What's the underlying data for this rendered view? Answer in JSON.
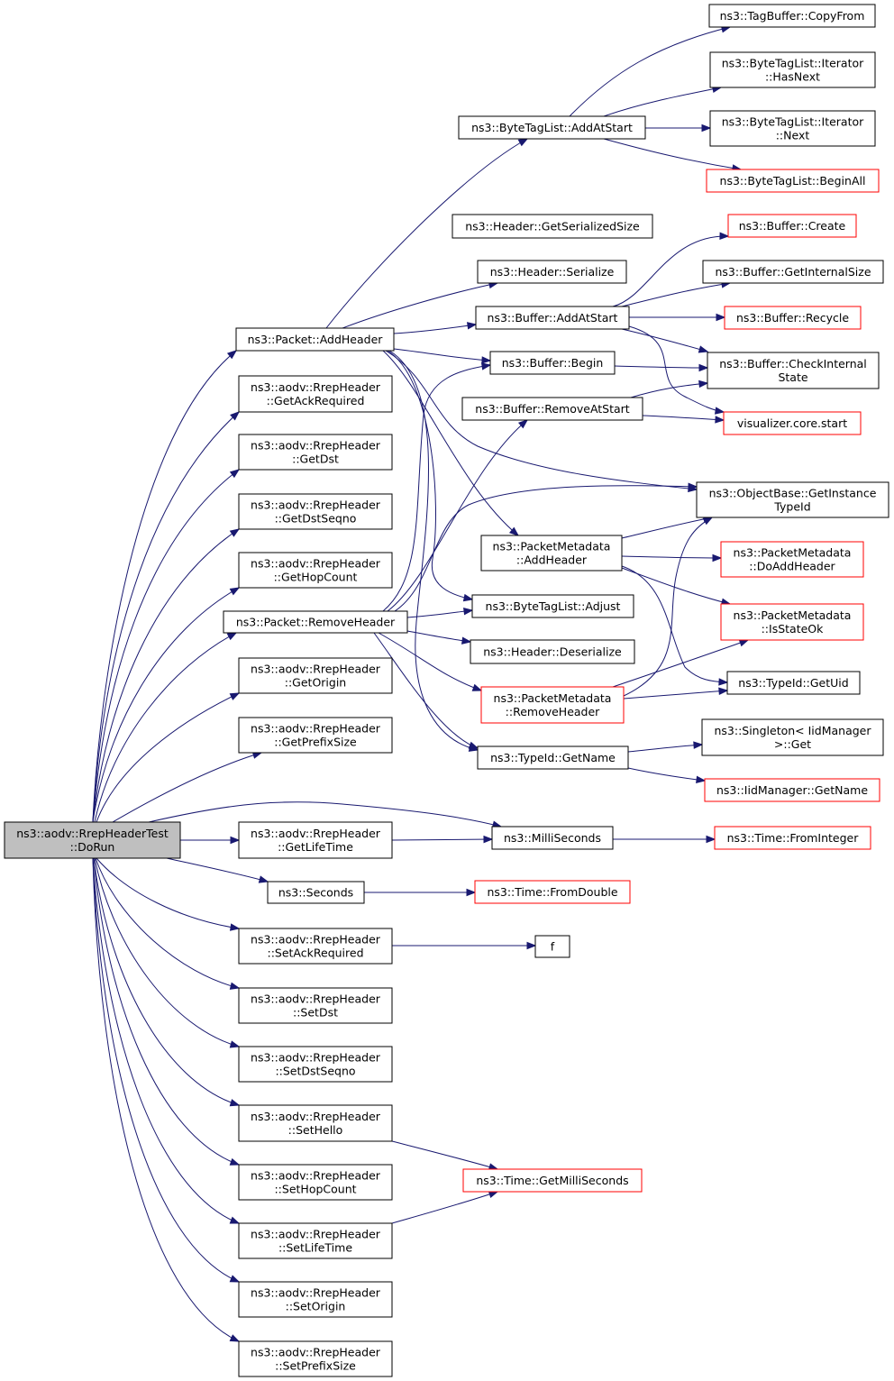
{
  "colors": {
    "edge": "#191970",
    "node_border": "#000000",
    "incomplete_node_border": "#ff0000",
    "root_fill": "#bfbfbf",
    "node_fill": "#ffffff"
  },
  "nodes": [
    {
      "id": "root",
      "lines": [
        "ns3::aodv::RrepHeaderTest",
        "::DoRun"
      ],
      "style": "root"
    },
    {
      "id": "pkt_addheader",
      "lines": [
        "ns3::Packet::AddHeader"
      ],
      "style": "normal"
    },
    {
      "id": "getackreq",
      "lines": [
        "ns3::aodv::RrepHeader",
        "::GetAckRequired"
      ],
      "style": "normal"
    },
    {
      "id": "getdst",
      "lines": [
        "ns3::aodv::RrepHeader",
        "::GetDst"
      ],
      "style": "normal"
    },
    {
      "id": "getdstseqno",
      "lines": [
        "ns3::aodv::RrepHeader",
        "::GetDstSeqno"
      ],
      "style": "normal"
    },
    {
      "id": "gethopcount",
      "lines": [
        "ns3::aodv::RrepHeader",
        "::GetHopCount"
      ],
      "style": "normal"
    },
    {
      "id": "pkt_removeheader",
      "lines": [
        "ns3::Packet::RemoveHeader"
      ],
      "style": "normal"
    },
    {
      "id": "getorigin",
      "lines": [
        "ns3::aodv::RrepHeader",
        "::GetOrigin"
      ],
      "style": "normal"
    },
    {
      "id": "getprefixsize",
      "lines": [
        "ns3::aodv::RrepHeader",
        "::GetPrefixSize"
      ],
      "style": "normal"
    },
    {
      "id": "getlifetime",
      "lines": [
        "ns3::aodv::RrepHeader",
        "::GetLifeTime"
      ],
      "style": "normal"
    },
    {
      "id": "seconds",
      "lines": [
        "ns3::Seconds"
      ],
      "style": "normal"
    },
    {
      "id": "setackreq",
      "lines": [
        "ns3::aodv::RrepHeader",
        "::SetAckRequired"
      ],
      "style": "normal"
    },
    {
      "id": "setdst",
      "lines": [
        "ns3::aodv::RrepHeader",
        "::SetDst"
      ],
      "style": "normal"
    },
    {
      "id": "setdstseqno",
      "lines": [
        "ns3::aodv::RrepHeader",
        "::SetDstSeqno"
      ],
      "style": "normal"
    },
    {
      "id": "sethello",
      "lines": [
        "ns3::aodv::RrepHeader",
        "::SetHello"
      ],
      "style": "normal"
    },
    {
      "id": "sethopcount",
      "lines": [
        "ns3::aodv::RrepHeader",
        "::SetHopCount"
      ],
      "style": "normal"
    },
    {
      "id": "setlifetime",
      "lines": [
        "ns3::aodv::RrepHeader",
        "::SetLifeTime"
      ],
      "style": "normal"
    },
    {
      "id": "setorigin",
      "lines": [
        "ns3::aodv::RrepHeader",
        "::SetOrigin"
      ],
      "style": "normal"
    },
    {
      "id": "setprefixsize",
      "lines": [
        "ns3::aodv::RrepHeader",
        "::SetPrefixSize"
      ],
      "style": "normal"
    },
    {
      "id": "btl_addatstart",
      "lines": [
        "ns3::ByteTagList::AddAtStart"
      ],
      "style": "normal"
    },
    {
      "id": "hdr_getserialized",
      "lines": [
        "ns3::Header::GetSerializedSize"
      ],
      "style": "normal"
    },
    {
      "id": "hdr_serialize",
      "lines": [
        "ns3::Header::Serialize"
      ],
      "style": "normal"
    },
    {
      "id": "buf_addatstart",
      "lines": [
        "ns3::Buffer::AddAtStart"
      ],
      "style": "normal"
    },
    {
      "id": "buf_begin",
      "lines": [
        "ns3::Buffer::Begin"
      ],
      "style": "normal"
    },
    {
      "id": "buf_removeatstart",
      "lines": [
        "ns3::Buffer::RemoveAtStart"
      ],
      "style": "normal"
    },
    {
      "id": "pm_addheader",
      "lines": [
        "ns3::PacketMetadata",
        "::AddHeader"
      ],
      "style": "normal"
    },
    {
      "id": "btl_adjust",
      "lines": [
        "ns3::ByteTagList::Adjust"
      ],
      "style": "normal"
    },
    {
      "id": "hdr_deserialize",
      "lines": [
        "ns3::Header::Deserialize"
      ],
      "style": "normal"
    },
    {
      "id": "pm_removeheader",
      "lines": [
        "ns3::PacketMetadata",
        "::RemoveHeader"
      ],
      "style": "red"
    },
    {
      "id": "typeid_getname",
      "lines": [
        "ns3::TypeId::GetName"
      ],
      "style": "normal"
    },
    {
      "id": "milliseconds",
      "lines": [
        "ns3::MilliSeconds"
      ],
      "style": "normal"
    },
    {
      "id": "time_fromdouble",
      "lines": [
        "ns3::Time::FromDouble"
      ],
      "style": "red"
    },
    {
      "id": "f",
      "lines": [
        "f"
      ],
      "style": "normal"
    },
    {
      "id": "time_getms",
      "lines": [
        "ns3::Time::GetMilliSeconds"
      ],
      "style": "red"
    },
    {
      "id": "tagbuffer_copyfrom",
      "lines": [
        "ns3::TagBuffer::CopyFrom"
      ],
      "style": "normal"
    },
    {
      "id": "btl_it_hasnext",
      "lines": [
        "ns3::ByteTagList::Iterator",
        "::HasNext"
      ],
      "style": "normal"
    },
    {
      "id": "btl_it_next",
      "lines": [
        "ns3::ByteTagList::Iterator",
        "::Next"
      ],
      "style": "normal"
    },
    {
      "id": "btl_beginall",
      "lines": [
        "ns3::ByteTagList::BeginAll"
      ],
      "style": "red"
    },
    {
      "id": "buf_create",
      "lines": [
        "ns3::Buffer::Create"
      ],
      "style": "red"
    },
    {
      "id": "buf_getinternalsize",
      "lines": [
        "ns3::Buffer::GetInternalSize"
      ],
      "style": "normal"
    },
    {
      "id": "buf_recycle",
      "lines": [
        "ns3::Buffer::Recycle"
      ],
      "style": "red"
    },
    {
      "id": "buf_checkinternal",
      "lines": [
        "ns3::Buffer::CheckInternal",
        "State"
      ],
      "style": "normal"
    },
    {
      "id": "vis_start",
      "lines": [
        "visualizer.core.start"
      ],
      "style": "red"
    },
    {
      "id": "ob_getinstance",
      "lines": [
        "ns3::ObjectBase::GetInstance",
        "TypeId"
      ],
      "style": "normal"
    },
    {
      "id": "pm_doaddheader",
      "lines": [
        "ns3::PacketMetadata",
        "::DoAddHeader"
      ],
      "style": "red"
    },
    {
      "id": "pm_isstateok",
      "lines": [
        "ns3::PacketMetadata",
        "::IsStateOk"
      ],
      "style": "red"
    },
    {
      "id": "typeid_getuid",
      "lines": [
        "ns3::TypeId::GetUid"
      ],
      "style": "normal"
    },
    {
      "id": "singleton_get",
      "lines": [
        "ns3::Singleton< IidManager",
        " >::Get"
      ],
      "style": "normal"
    },
    {
      "id": "iid_getname",
      "lines": [
        "ns3::IidManager::GetName"
      ],
      "style": "red"
    },
    {
      "id": "time_frominteger",
      "lines": [
        "ns3::Time::FromInteger"
      ],
      "style": "red"
    }
  ],
  "edges": [
    [
      "root",
      "pkt_addheader"
    ],
    [
      "root",
      "getackreq"
    ],
    [
      "root",
      "getdst"
    ],
    [
      "root",
      "getdstseqno"
    ],
    [
      "root",
      "gethopcount"
    ],
    [
      "root",
      "pkt_removeheader"
    ],
    [
      "root",
      "getorigin"
    ],
    [
      "root",
      "getprefixsize"
    ],
    [
      "root",
      "milliseconds"
    ],
    [
      "root",
      "getlifetime"
    ],
    [
      "root",
      "seconds"
    ],
    [
      "root",
      "setackreq"
    ],
    [
      "root",
      "setdst"
    ],
    [
      "root",
      "setdstseqno"
    ],
    [
      "root",
      "sethello"
    ],
    [
      "root",
      "sethopcount"
    ],
    [
      "root",
      "setlifetime"
    ],
    [
      "root",
      "setorigin"
    ],
    [
      "root",
      "setprefixsize"
    ],
    [
      "pkt_addheader",
      "btl_addatstart"
    ],
    [
      "pkt_addheader",
      "hdr_serialize"
    ],
    [
      "pkt_addheader",
      "buf_addatstart"
    ],
    [
      "pkt_addheader",
      "buf_begin"
    ],
    [
      "pkt_addheader",
      "ob_getinstance"
    ],
    [
      "pkt_addheader",
      "pm_addheader"
    ],
    [
      "pkt_addheader",
      "btl_adjust"
    ],
    [
      "pkt_addheader",
      "typeid_getname"
    ],
    [
      "pkt_removeheader",
      "buf_begin"
    ],
    [
      "pkt_removeheader",
      "buf_removeatstart"
    ],
    [
      "pkt_removeheader",
      "ob_getinstance"
    ],
    [
      "pkt_removeheader",
      "btl_adjust"
    ],
    [
      "pkt_removeheader",
      "hdr_deserialize"
    ],
    [
      "pkt_removeheader",
      "pm_removeheader"
    ],
    [
      "pkt_removeheader",
      "typeid_getname"
    ],
    [
      "btl_addatstart",
      "tagbuffer_copyfrom"
    ],
    [
      "btl_addatstart",
      "btl_it_hasnext"
    ],
    [
      "btl_addatstart",
      "btl_it_next"
    ],
    [
      "btl_addatstart",
      "btl_beginall"
    ],
    [
      "buf_addatstart",
      "buf_create"
    ],
    [
      "buf_addatstart",
      "buf_getinternalsize"
    ],
    [
      "buf_addatstart",
      "buf_recycle"
    ],
    [
      "buf_addatstart",
      "buf_checkinternal"
    ],
    [
      "buf_addatstart",
      "vis_start"
    ],
    [
      "buf_begin",
      "buf_checkinternal"
    ],
    [
      "buf_removeatstart",
      "buf_checkinternal"
    ],
    [
      "buf_removeatstart",
      "vis_start"
    ],
    [
      "pm_addheader",
      "ob_getinstance"
    ],
    [
      "pm_addheader",
      "pm_doaddheader"
    ],
    [
      "pm_addheader",
      "pm_isstateok"
    ],
    [
      "pm_addheader",
      "typeid_getuid"
    ],
    [
      "pm_removeheader",
      "ob_getinstance"
    ],
    [
      "pm_removeheader",
      "pm_isstateok"
    ],
    [
      "pm_removeheader",
      "typeid_getuid"
    ],
    [
      "typeid_getname",
      "singleton_get"
    ],
    [
      "typeid_getname",
      "iid_getname"
    ],
    [
      "milliseconds",
      "time_frominteger"
    ],
    [
      "getlifetime",
      "milliseconds"
    ],
    [
      "seconds",
      "time_fromdouble"
    ],
    [
      "setackreq",
      "f"
    ],
    [
      "sethello",
      "time_getms"
    ],
    [
      "setlifetime",
      "time_getms"
    ]
  ]
}
